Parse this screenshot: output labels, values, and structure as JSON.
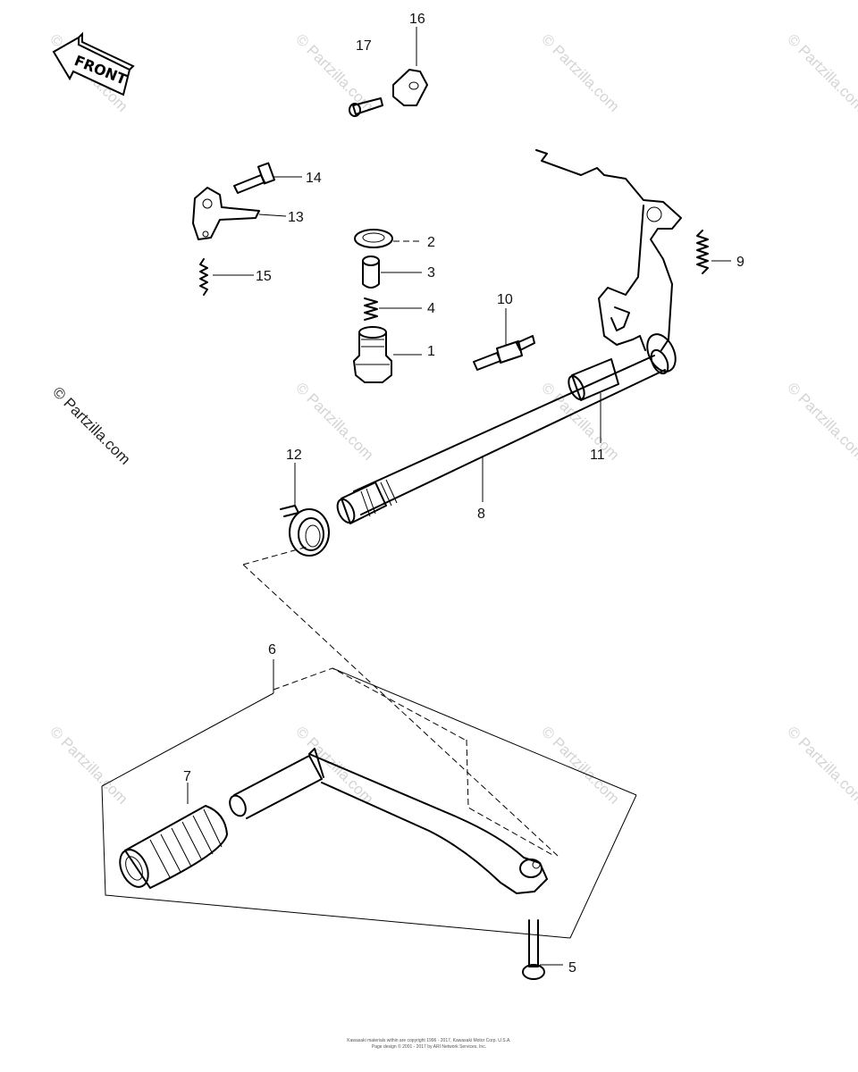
{
  "diagram": {
    "front_label": "FRONT",
    "side_watermark": "© Partzilla.com",
    "watermark": "© Partzilla.com",
    "callouts": {
      "c1": "1",
      "c2": "2",
      "c3": "3",
      "c4": "4",
      "c5": "5",
      "c6": "6",
      "c7": "7",
      "c8": "8",
      "c9": "9",
      "c10": "10",
      "c11": "11",
      "c12": "12",
      "c13": "13",
      "c14": "14",
      "c15": "15",
      "c16": "16",
      "c17": "17"
    },
    "copyright_line1": "Kawasaki materials within are copyright 1996 - 2017, Kawasaki Motor Corp. U.S.A.",
    "copyright_line2": "Page design © 2001 - 2017 by ARI Network Services, Inc."
  }
}
